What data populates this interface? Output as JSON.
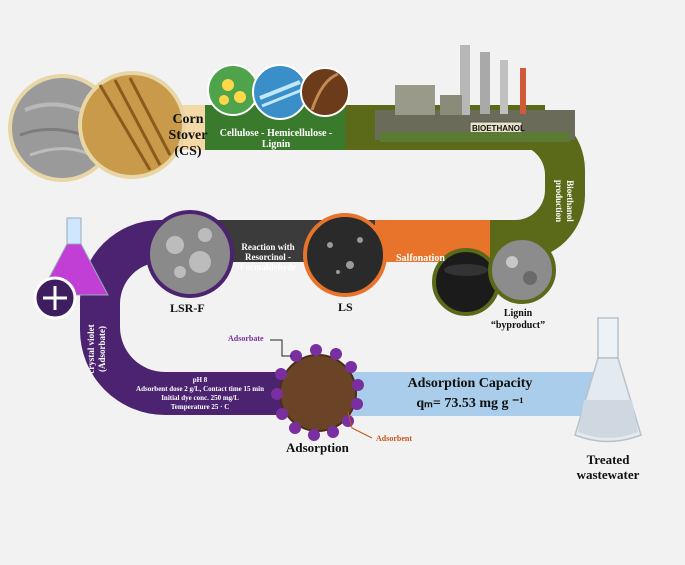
{
  "stages": {
    "corn_stover": "Corn Stover",
    "corn_stover_abbr": "(CS)",
    "components": "Cellulose  - Hemicellulose  -",
    "components_2": "Lignin",
    "bioethanol_sign": "BIOETHANOL",
    "bioethanol_production_1": "Bioethanol",
    "bioethanol_production_2": "production",
    "lignin_1": "Lignin",
    "lignin_2": "“byproduct”",
    "salfonation": "Salfonation",
    "ls": "LS",
    "reaction_1": "Reaction with",
    "reaction_2": "Resorcinol  -",
    "reaction_3": "Formaldehyde",
    "lsrf": "LSR-F",
    "crystal_violet_1": "crystal violet",
    "crystal_violet_2": "(Adsorbate)"
  },
  "conditions": {
    "ph": "pH 8",
    "dose": "Adsorbent dose 2 g/L, Contact time 15 min",
    "dye": "Initial dye conc. 250 mg/L",
    "temperature": "Temperature 25   · C"
  },
  "adsorption": {
    "adsorbate_label": "Adsorbate",
    "adsorbent_label": "Adsorbent",
    "title": "Adsorption",
    "capacity_title": "Adsorption Capacity",
    "capacity_value": "qₘ= 73.53 mg g ⁻¹"
  },
  "output": {
    "treated_1": "Treated",
    "treated_2": "wastewater"
  },
  "colors": {
    "cream": "#f3d9a7",
    "green": "#3a7a2c",
    "olive": "#5a6a18",
    "orange": "#e8732a",
    "gray": "#3b3b3b",
    "purple": "#4b2370",
    "light_blue": "#a9cdea",
    "adsorbate_purple": "#7a2fa0",
    "adsorbent_orange": "#c9541c"
  }
}
